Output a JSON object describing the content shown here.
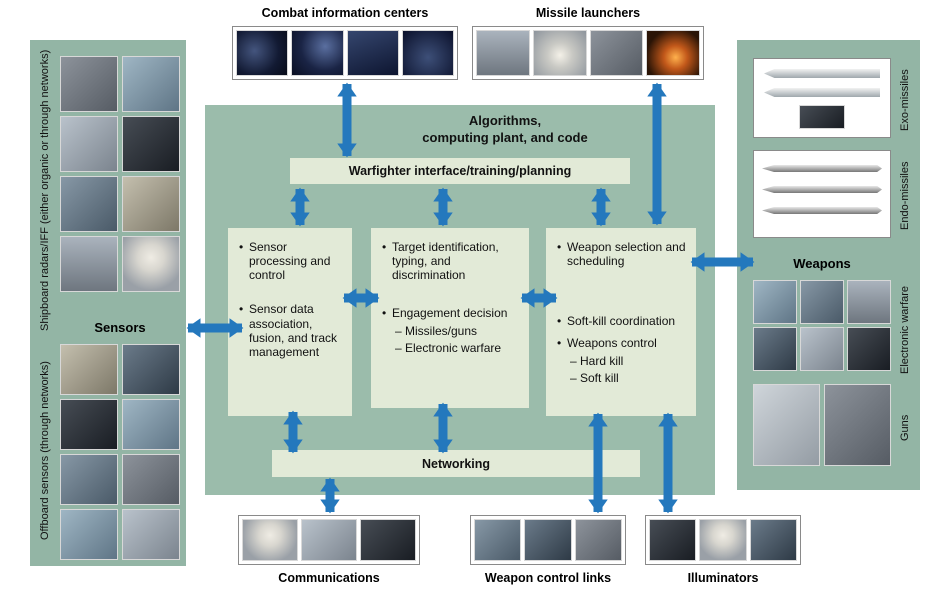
{
  "diagram": {
    "top": {
      "cic_label": "Combat information centers",
      "missile_launchers_label": "Missile launchers"
    },
    "left_panel": {
      "shipboard_label": "Shipboard radars/IFF (either organic or through networks)",
      "sensors_label": "Sensors",
      "offboard_label": "Offboard sensors (through networks)"
    },
    "center": {
      "title_line1": "Algorithms,",
      "title_line2": "computing plant, and code",
      "warfighter_bar_label": "Warfighter interface/training/planning",
      "networking_bar_label": "Networking",
      "columns": [
        {
          "bullets": [
            {
              "text": "Sensor processing and control"
            },
            {
              "text": "Sensor data association, fusion, and track management"
            }
          ]
        },
        {
          "bullets": [
            {
              "text": "Target identification, typing, and discrimination"
            },
            {
              "text": "Engagement decision",
              "subs": [
                "– Missiles/guns",
                "– Electronic warfare"
              ]
            }
          ]
        },
        {
          "bullets": [
            {
              "text": "Weapon selection and scheduling"
            },
            {
              "text": "Soft-kill coordination"
            },
            {
              "text": "Weapons control",
              "subs": [
                "– Hard kill",
                "– Soft kill"
              ]
            }
          ]
        }
      ]
    },
    "bottom": {
      "communications_label": "Communications",
      "weapon_control_links_label": "Weapon control links",
      "illuminators_label": "Illuminators"
    },
    "right_panel": {
      "exo_label": "Exo-missiles",
      "endo_label": "Endo-missiles",
      "weapons_label": "Weapons",
      "electronic_warfare_label": "Electronic warfare",
      "guns_label": "Guns"
    },
    "colors": {
      "panel_green": "#93b5a5",
      "center_green": "#9bbcab",
      "inner_pale": "#e2ead7",
      "arrow_blue": "#2478bd"
    }
  }
}
